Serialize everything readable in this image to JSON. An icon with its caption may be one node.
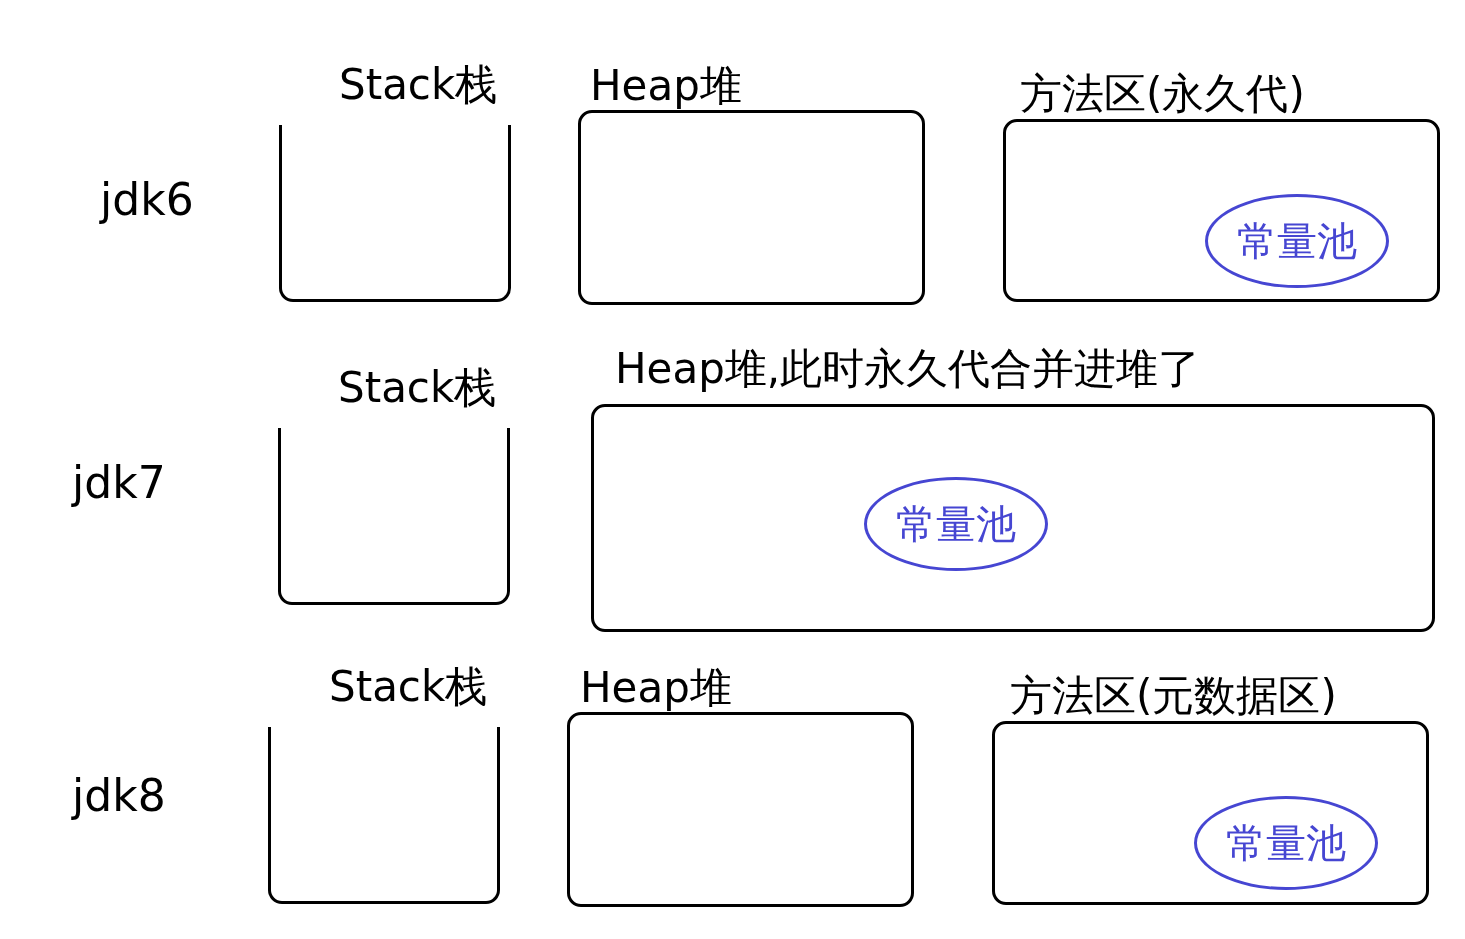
{
  "diagram": {
    "nodes": [
      {
        "text": [
          "Stack栈"
        ]
      },
      {
        "text": [
          "Heap堆"
        ]
      },
      {
        "text": [
          "方法区(永久代)"
        ]
      },
      {
        "text": [
          "常量池"
        ],
        "in": 2
      },
      {
        "text": [
          "Stack栈"
        ]
      },
      {
        "text": [
          "Heap堆,此时永久代合并进堆了"
        ]
      },
      {
        "text": [
          "常量池"
        ],
        "in": 5
      },
      {
        "text": [
          "Stack栈"
        ]
      },
      {
        "text": [
          "Heap堆"
        ]
      },
      {
        "text": [
          "方法区(元数据区)"
        ]
      },
      {
        "text": [
          "常量池"
        ],
        "in": 9
      }
    ],
    "labels": [
      "jdk6",
      "jdk7",
      "jdk8"
    ]
  }
}
